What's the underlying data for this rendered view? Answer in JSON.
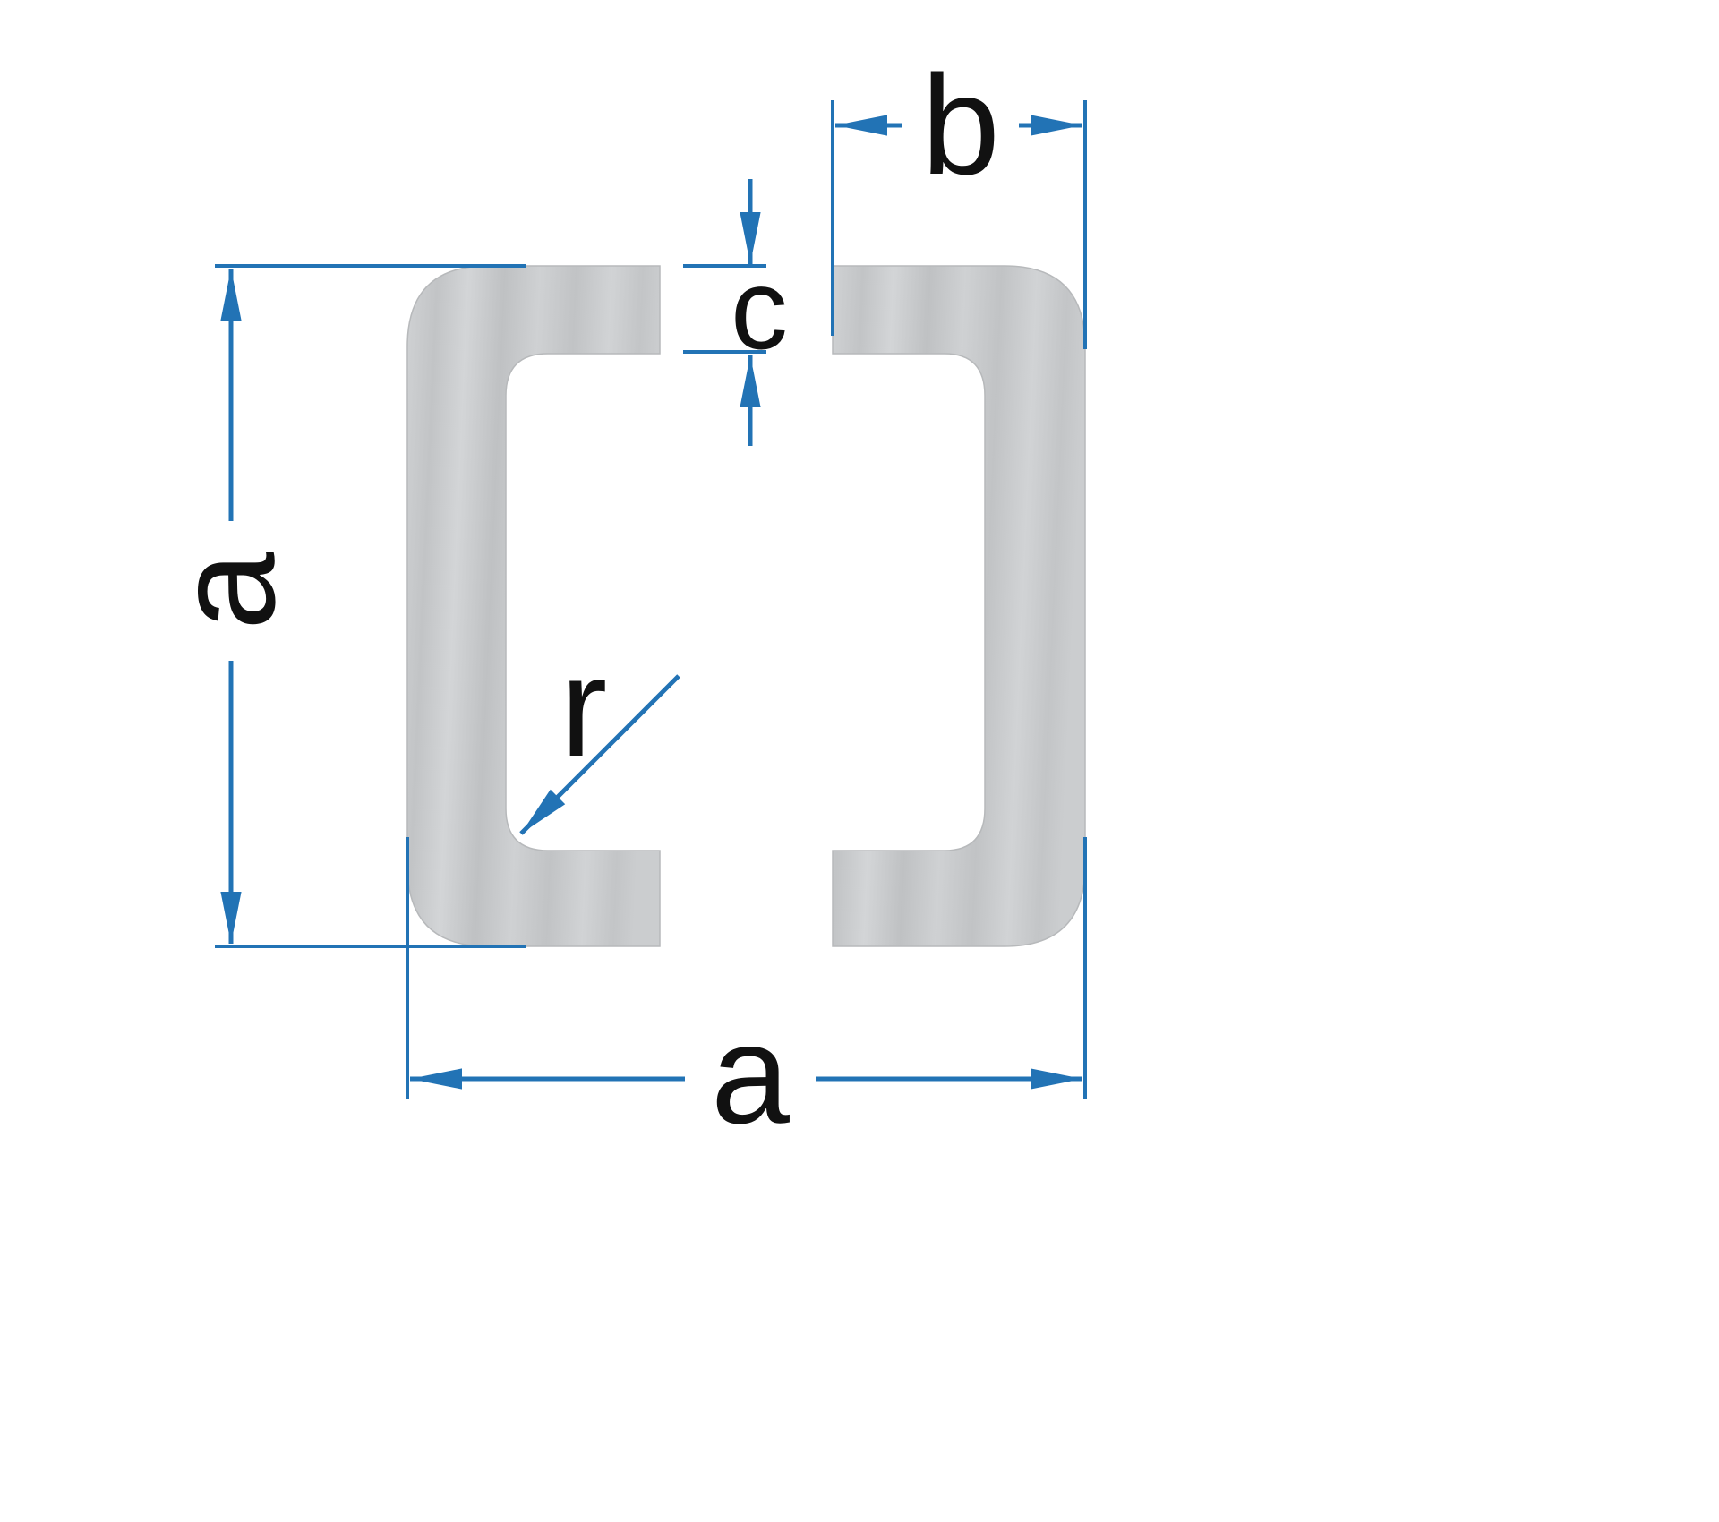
{
  "dimensions": {
    "height_label": "a",
    "width_label": "a",
    "flange_label": "b",
    "gap_label": "c",
    "radius_label": "r"
  },
  "colors": {
    "dimension_line": "#2273b5",
    "label_text": "#111111",
    "profile_fill_light": "#d4d6d8",
    "profile_fill_dark": "#bec0c2",
    "background": "#ffffff"
  }
}
